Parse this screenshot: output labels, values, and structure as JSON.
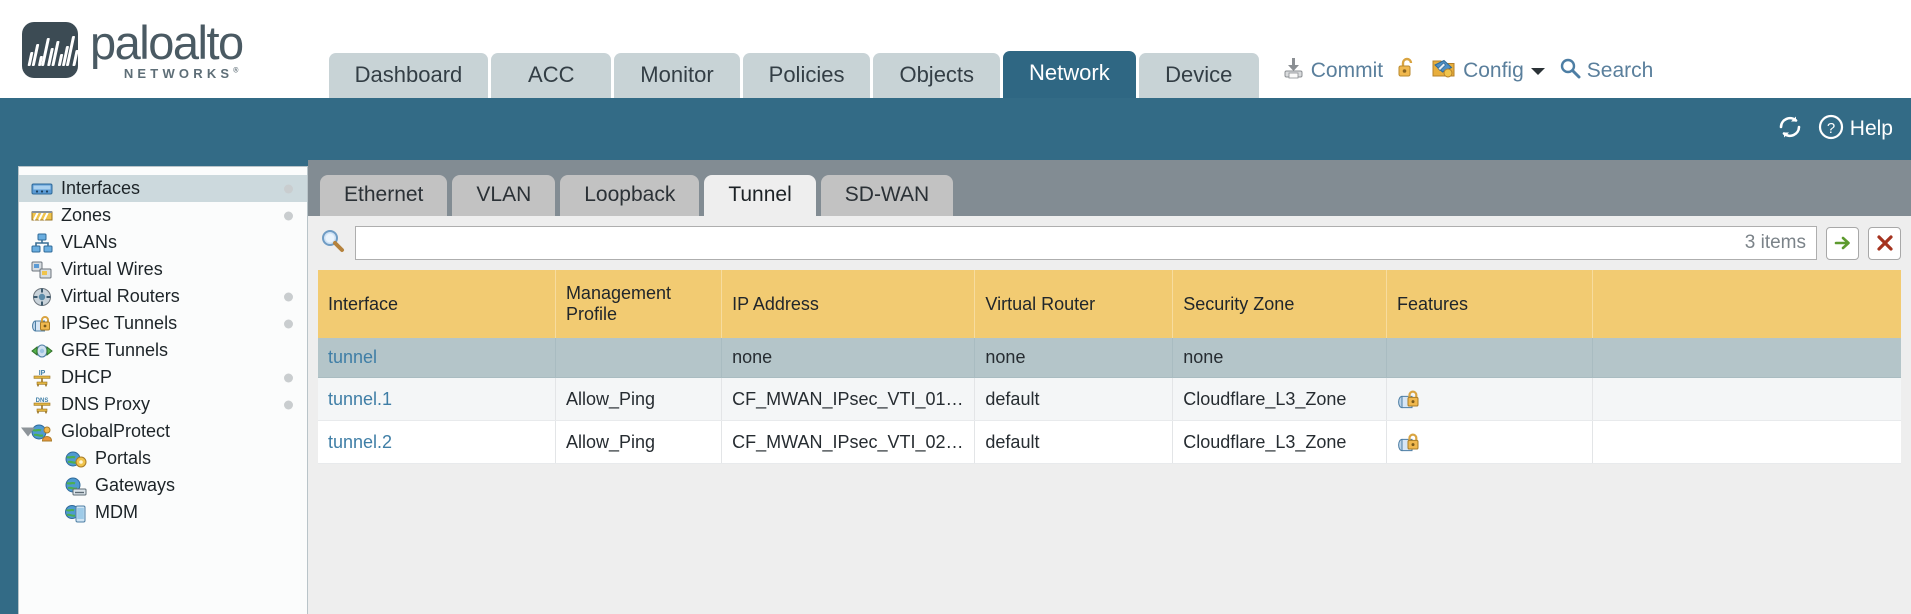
{
  "brand": {
    "word": "paloalto",
    "sub": "NETWORKS",
    "sup": "®"
  },
  "header": {
    "tabs": [
      {
        "label": "Dashboard",
        "active": false
      },
      {
        "label": "ACC",
        "active": false
      },
      {
        "label": "Monitor",
        "active": false
      },
      {
        "label": "Policies",
        "active": false
      },
      {
        "label": "Objects",
        "active": false
      },
      {
        "label": "Network",
        "active": true
      },
      {
        "label": "Device",
        "active": false
      }
    ],
    "actions": {
      "commit": "Commit",
      "config": "Config",
      "search": "Search"
    }
  },
  "band": {
    "help": "Help"
  },
  "sidebar": {
    "items": [
      {
        "label": "Interfaces",
        "icon": "interfaces-icon",
        "selected": true,
        "dot": true,
        "child": false,
        "twisty": false
      },
      {
        "label": "Zones",
        "icon": "zones-icon",
        "selected": false,
        "dot": true,
        "child": false,
        "twisty": false
      },
      {
        "label": "VLANs",
        "icon": "vlans-icon",
        "selected": false,
        "dot": false,
        "child": false,
        "twisty": false
      },
      {
        "label": "Virtual Wires",
        "icon": "virtual-wires-icon",
        "selected": false,
        "dot": false,
        "child": false,
        "twisty": false
      },
      {
        "label": "Virtual Routers",
        "icon": "virtual-routers-icon",
        "selected": false,
        "dot": true,
        "child": false,
        "twisty": false
      },
      {
        "label": "IPSec Tunnels",
        "icon": "ipsec-tunnels-icon",
        "selected": false,
        "dot": true,
        "child": false,
        "twisty": false
      },
      {
        "label": "GRE Tunnels",
        "icon": "gre-tunnels-icon",
        "selected": false,
        "dot": false,
        "child": false,
        "twisty": false
      },
      {
        "label": "DHCP",
        "icon": "dhcp-icon",
        "selected": false,
        "dot": true,
        "child": false,
        "twisty": false
      },
      {
        "label": "DNS Proxy",
        "icon": "dns-proxy-icon",
        "selected": false,
        "dot": true,
        "child": false,
        "twisty": false
      },
      {
        "label": "GlobalProtect",
        "icon": "globalprotect-icon",
        "selected": false,
        "dot": false,
        "child": false,
        "twisty": true
      },
      {
        "label": "Portals",
        "icon": "portals-icon",
        "selected": false,
        "dot": false,
        "child": true,
        "twisty": false
      },
      {
        "label": "Gateways",
        "icon": "gateways-icon",
        "selected": false,
        "dot": false,
        "child": true,
        "twisty": false
      },
      {
        "label": "MDM",
        "icon": "mdm-icon",
        "selected": false,
        "dot": false,
        "child": true,
        "twisty": false
      }
    ]
  },
  "main": {
    "subtabs": [
      {
        "label": "Ethernet",
        "active": false
      },
      {
        "label": "VLAN",
        "active": false
      },
      {
        "label": "Loopback",
        "active": false
      },
      {
        "label": "Tunnel",
        "active": true
      },
      {
        "label": "SD-WAN",
        "active": false
      }
    ],
    "filter": {
      "value": "",
      "placeholder": "",
      "item_count": "3 items"
    },
    "table": {
      "columns": [
        "Interface",
        "Management Profile",
        "IP Address",
        "Virtual Router",
        "Security Zone",
        "Features"
      ],
      "rows": [
        {
          "interface": "tunnel",
          "management_profile": "",
          "ip_address": "none",
          "virtual_router": "none",
          "security_zone": "none",
          "feature_icon": "",
          "selected": true
        },
        {
          "interface": "tunnel.1",
          "management_profile": "Allow_Ping",
          "ip_address": "CF_MWAN_IPsec_VTI_01_...",
          "virtual_router": "default",
          "security_zone": "Cloudflare_L3_Zone",
          "feature_icon": "ipsec-tunnel-icon",
          "selected": false
        },
        {
          "interface": "tunnel.2",
          "management_profile": "Allow_Ping",
          "ip_address": "CF_MWAN_IPsec_VTI_02_...",
          "virtual_router": "default",
          "security_zone": "Cloudflare_L3_Zone",
          "feature_icon": "ipsec-tunnel-icon",
          "selected": false
        }
      ]
    }
  },
  "colors": {
    "brand_dark": "#3c4b54",
    "nav_active": "#2f6783",
    "nav_inactive": "#c8d3d6",
    "band": "#336b86",
    "table_header": "#f2cb72",
    "row_selected": "#b4c5c9",
    "link": "#3f7ea6"
  }
}
